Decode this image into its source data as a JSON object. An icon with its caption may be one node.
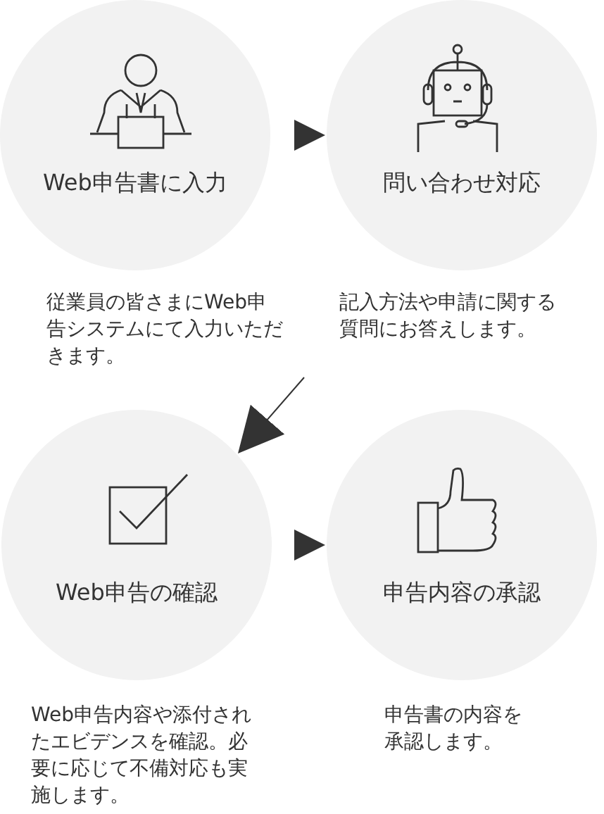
{
  "diagram": {
    "nodes": [
      {
        "text": [
          "Web申告書に入力"
        ]
      },
      {
        "text": [
          "問い合わせ対応"
        ]
      },
      {
        "text": [
          "Web申告の確認"
        ]
      },
      {
        "text": [
          "申告内容の承認"
        ]
      }
    ],
    "edges": [
      {
        "from": 0,
        "to": 1,
        "arrow": "to"
      },
      {
        "from": 1,
        "to": 2,
        "arrow": "to"
      },
      {
        "from": 2,
        "to": 3,
        "arrow": "to"
      }
    ],
    "labels": [
      "従業員の皆さまにWeb申告システムにて入力いただきます。",
      "記入方法や申請に関する質問にお答えします。",
      "Web申告内容や添付されたエビデンスを確認。必要に応じて不備対応も実施します。",
      "申告書の内容を承認します。"
    ]
  }
}
